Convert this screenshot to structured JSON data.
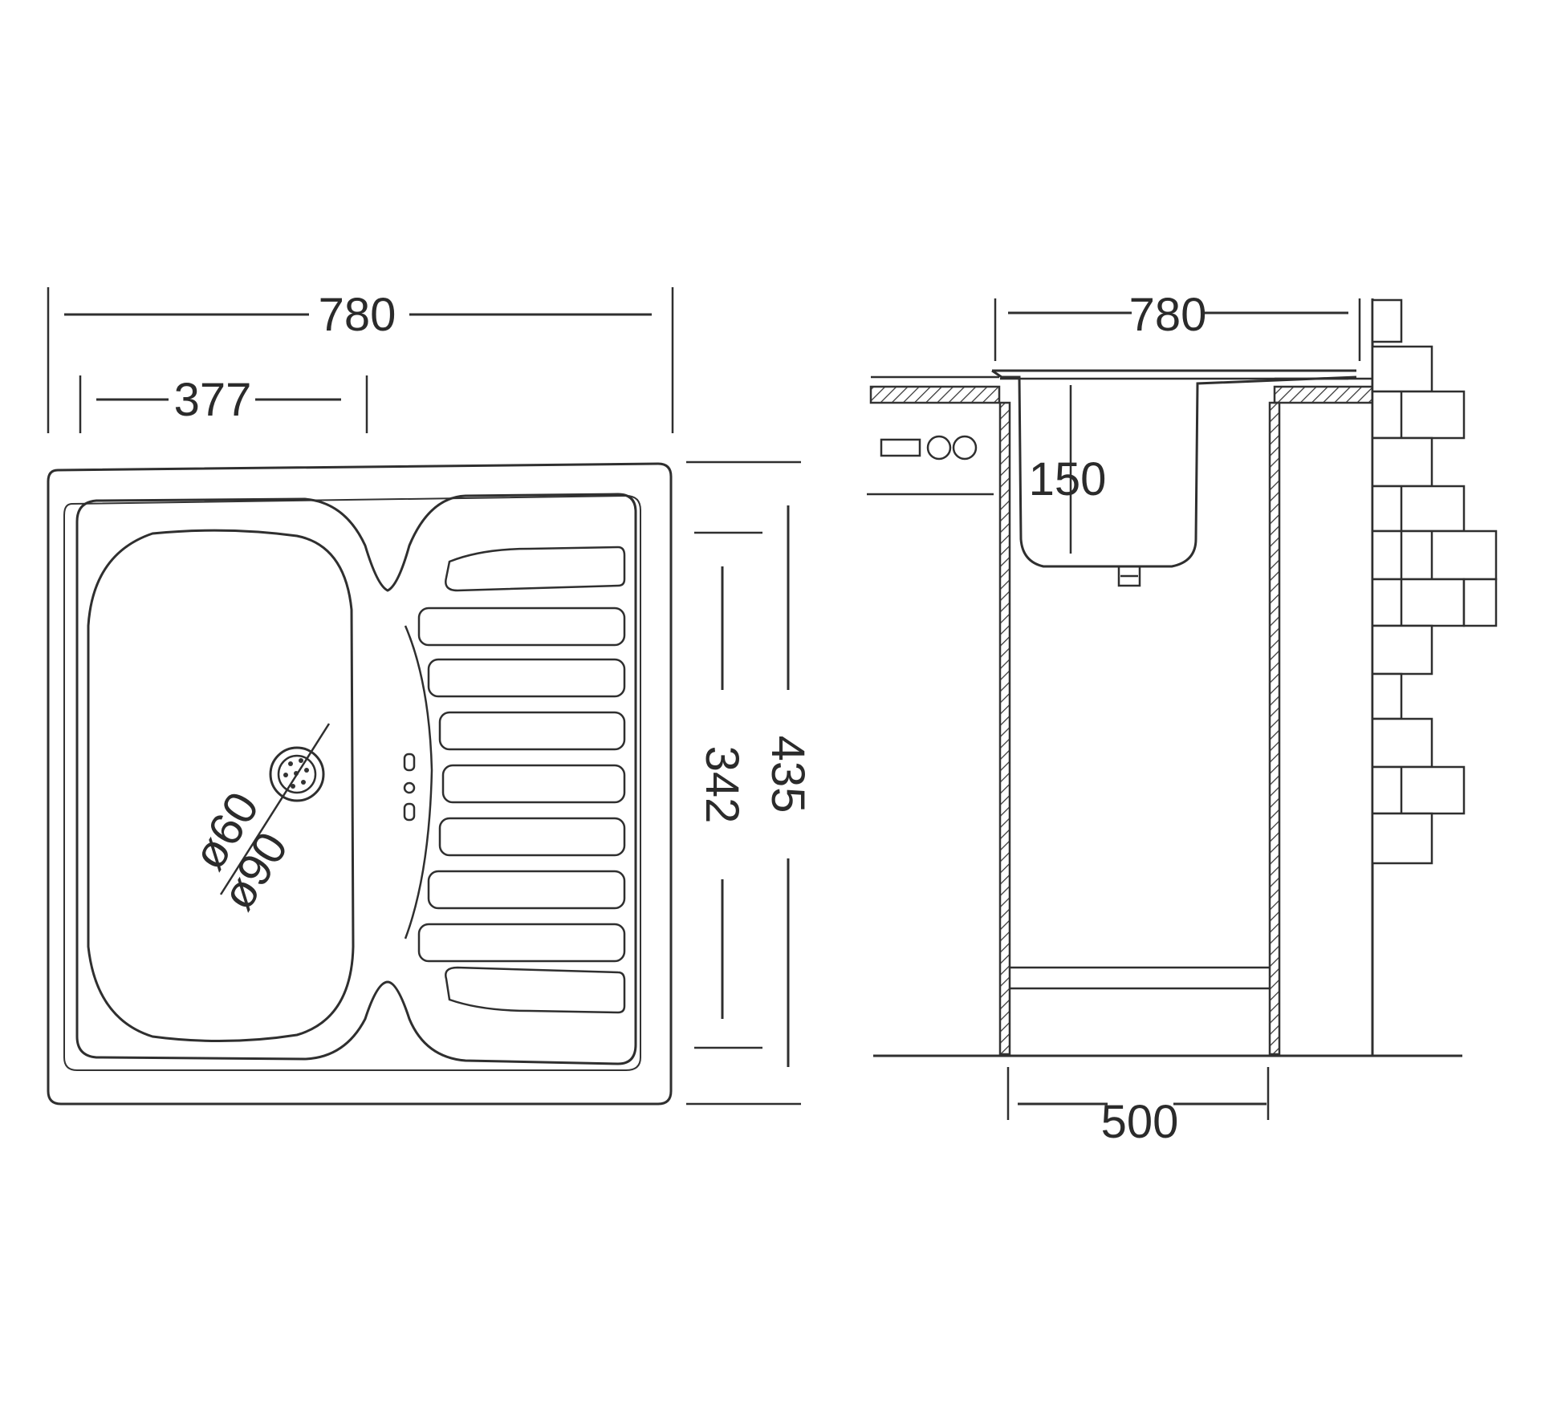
{
  "top_view": {
    "overall_width": "780",
    "bowl_width": "377",
    "outer_depth": "435",
    "bowl_depth": "342",
    "drain_inner_diameter": "ø60",
    "drain_outer_diameter": "ø90"
  },
  "side_view": {
    "overall_width": "780",
    "bowl_height": "150",
    "cabinet_width": "500"
  }
}
